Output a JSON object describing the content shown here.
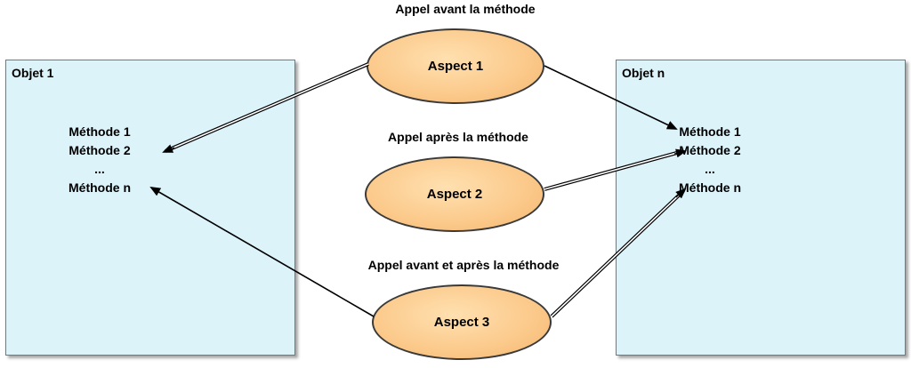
{
  "objects": [
    {
      "title": "Objet 1",
      "methods": [
        "Méthode 1",
        "Méthode 2",
        "...",
        "Méthode n"
      ]
    },
    {
      "title": "Objet n",
      "methods": [
        "Méthode 1",
        "Méthode 2",
        "...",
        "Méthode n"
      ]
    }
  ],
  "aspects": [
    {
      "label": "Aspect 1",
      "caption": "Appel avant la méthode"
    },
    {
      "label": "Aspect 2",
      "caption": "Appel après la méthode"
    },
    {
      "label": "Aspect 3",
      "caption": "Appel avant et après la méthode"
    }
  ],
  "colors": {
    "object_fill": "#dcf3fa",
    "aspect_fill": "#fbc98a"
  }
}
